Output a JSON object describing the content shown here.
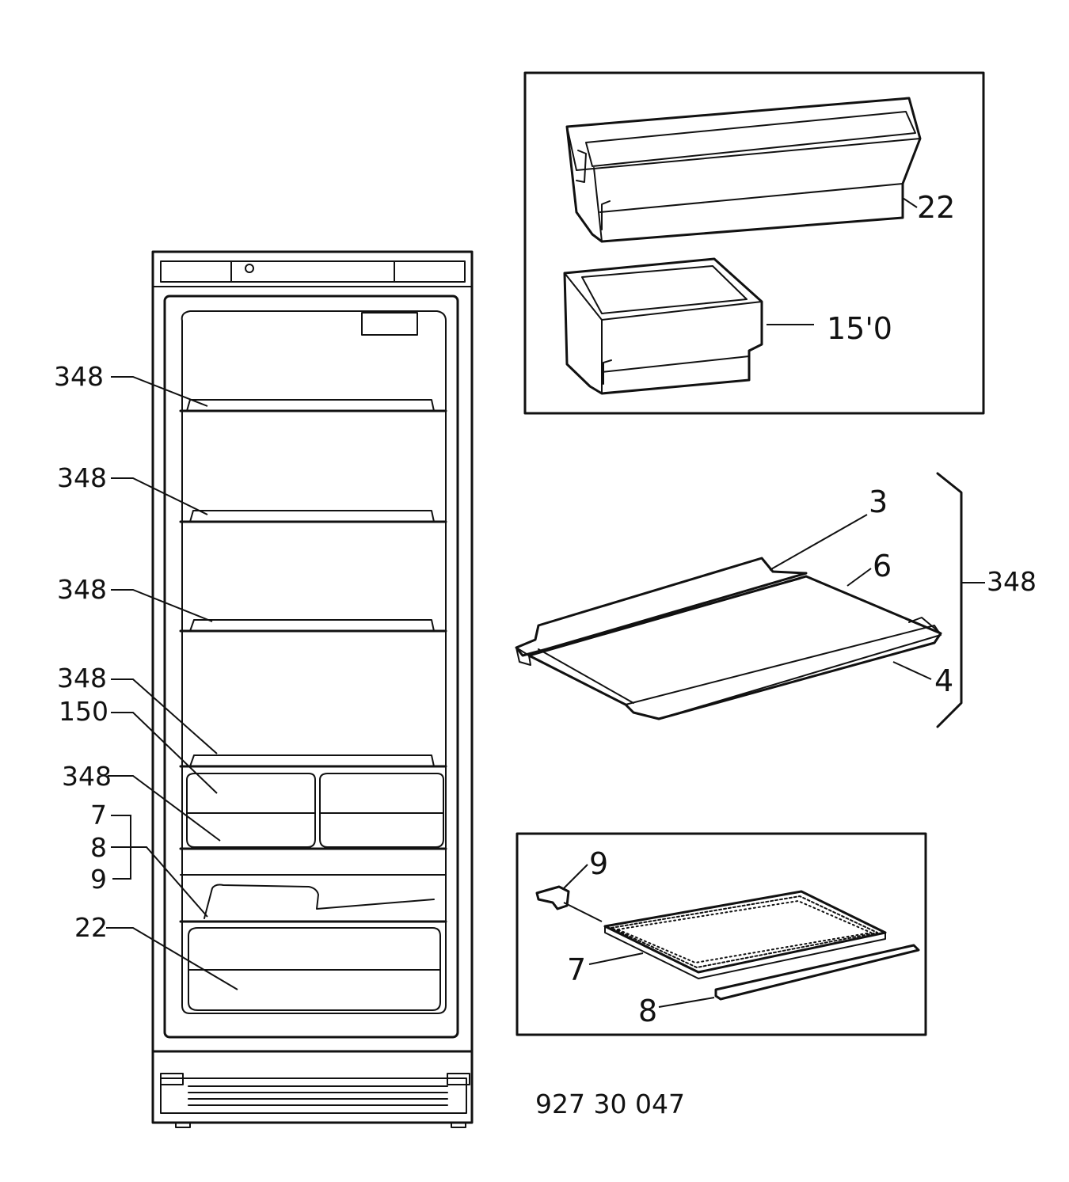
{
  "fridge_labels": {
    "shelf_1": "348",
    "shelf_2": "348",
    "shelf_3": "348",
    "shelf_4": "348",
    "drawer": "150",
    "shelf_5": "348",
    "bracket_7": "7",
    "bracket_8": "8",
    "bracket_9": "9",
    "bottom_drawer": "22"
  },
  "container_panel": {
    "large_container": "22",
    "small_container": "15'0"
  },
  "shelf_detail": {
    "rear_trim": "3",
    "glass": "6",
    "front_trim": "4",
    "assembly": "348"
  },
  "cover_panel": {
    "clip": "9",
    "grid_plate": "7",
    "strip": "8"
  },
  "part_number": "927 30 047"
}
